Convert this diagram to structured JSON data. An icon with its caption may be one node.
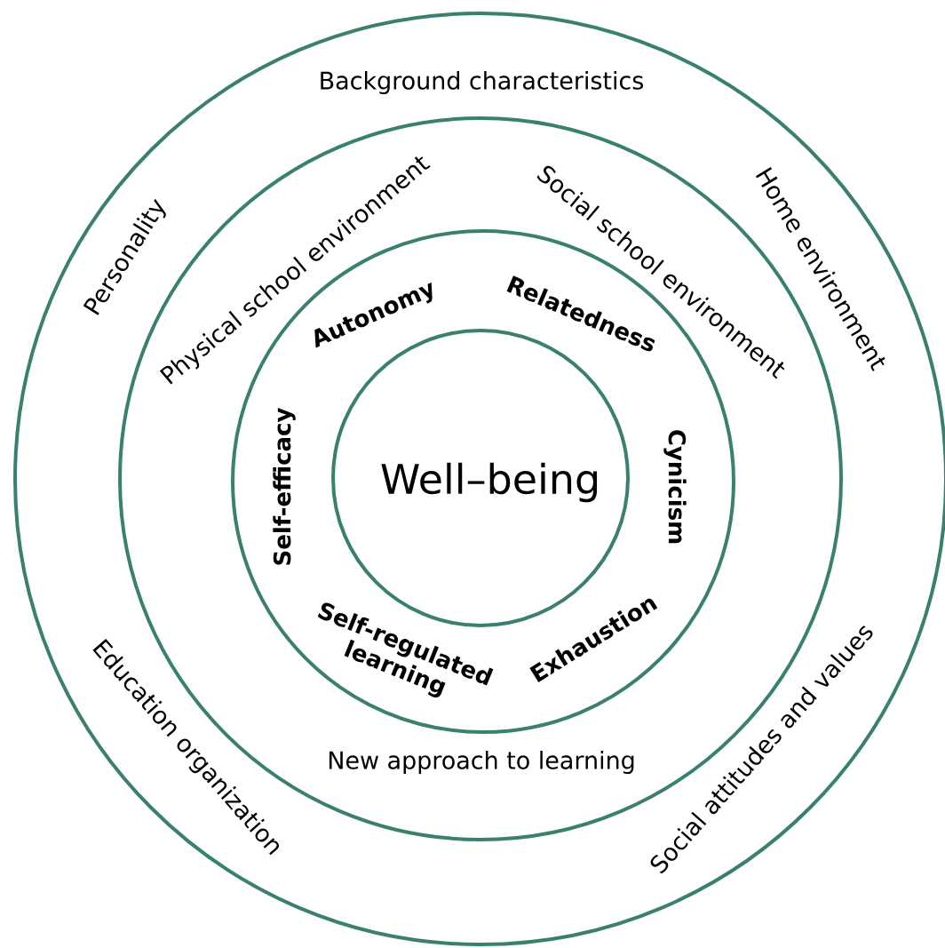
{
  "diagram": {
    "nodes": [
      {
        "text": [
          "Background characteristics",
          "Personality",
          "Home environment",
          "Education organization",
          "Social attitudes and values"
        ]
      },
      {
        "text": [
          "Physical school environment",
          "Social school environment",
          "New approach to learning"
        ],
        "in": 0
      },
      {
        "text": [
          "Autonomy",
          "Relatedness",
          "Cynicism",
          "Exhaustion",
          "Self-regulated learning",
          "Self-efficacy"
        ],
        "in": 1
      },
      {
        "text": [
          "Well–being"
        ],
        "in": 2
      }
    ]
  }
}
